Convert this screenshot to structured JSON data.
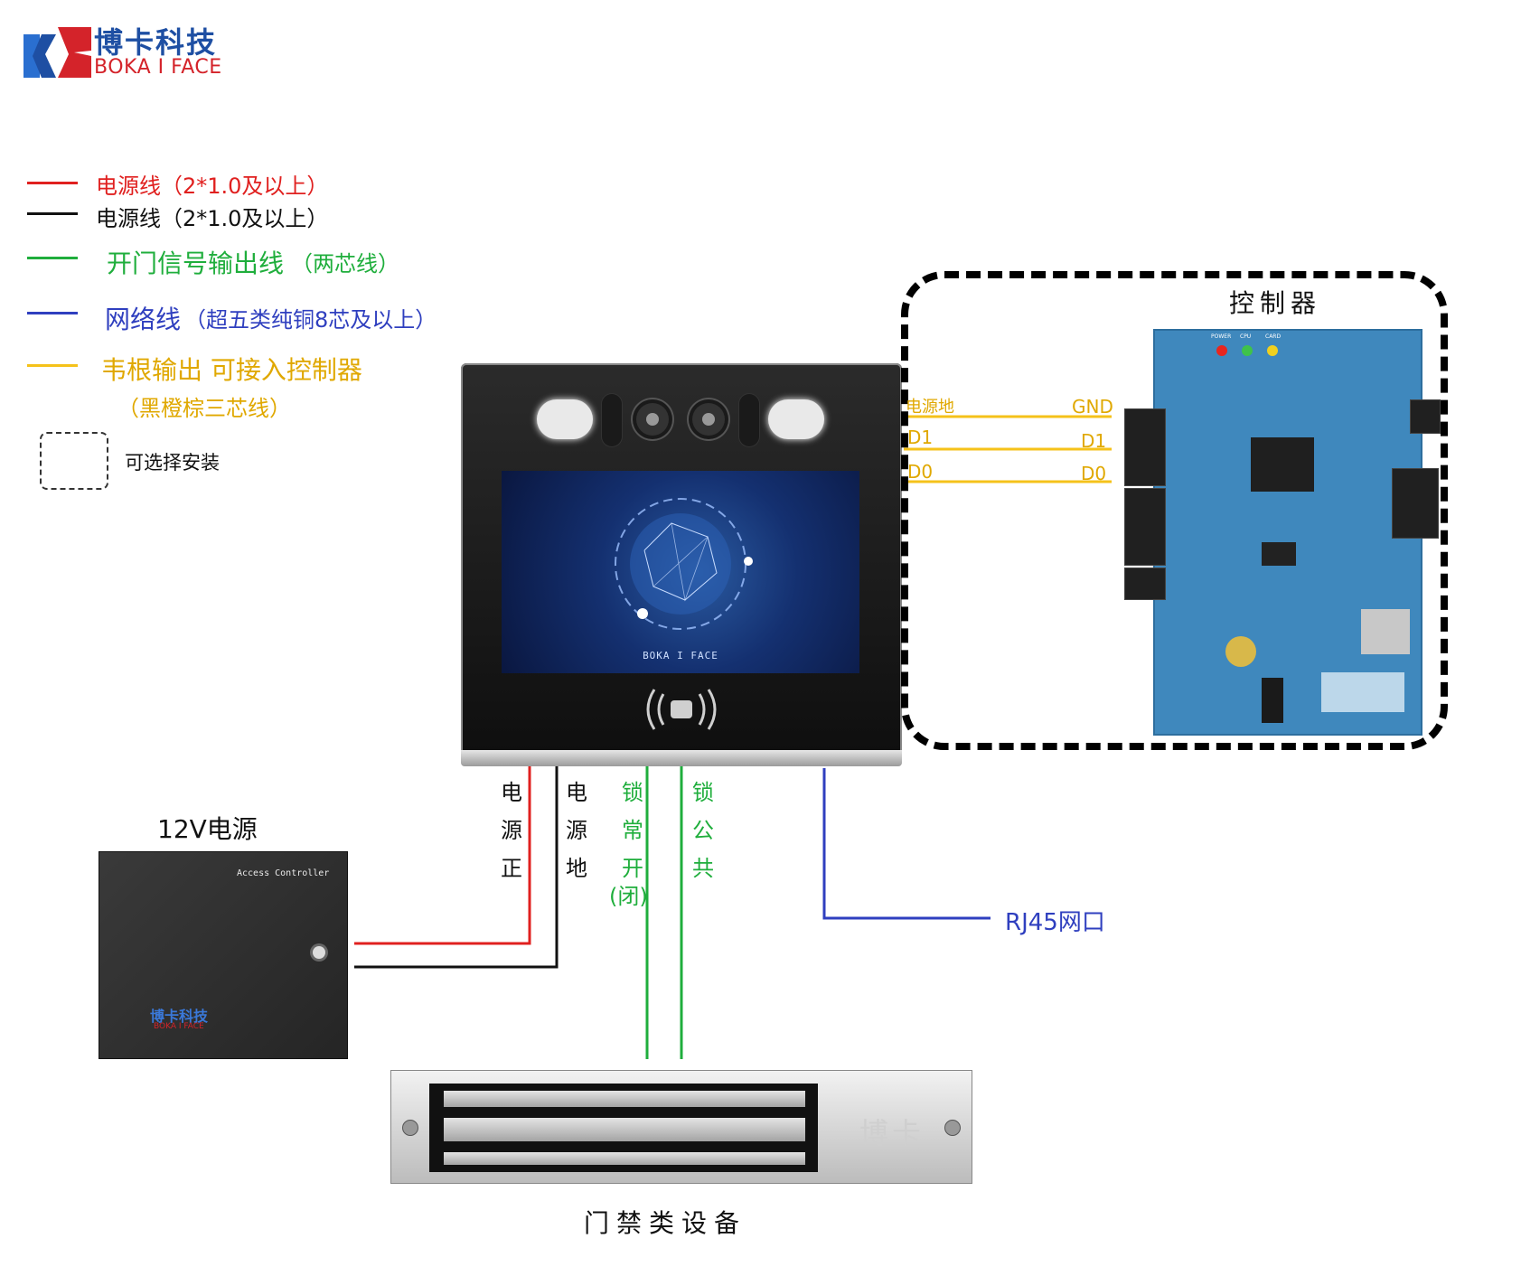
{
  "logo": {
    "name_cn": "博卡科技",
    "name_en": "BOKA I FACE",
    "colors": {
      "blue": "#1e4fa3",
      "red": "#d4232a"
    }
  },
  "legend": {
    "items": [
      {
        "color": "#e0201f",
        "text": "电源线（2*1.0及以上）"
      },
      {
        "color": "#111111",
        "text": "电源线（2*1.0及以上）"
      },
      {
        "color": "#1fae3c",
        "text": "开门信号输出线",
        "note": "（两芯线）"
      },
      {
        "color": "#2f3fbf",
        "text": "网络线",
        "note": "（超五类纯铜8芯及以上）"
      },
      {
        "color": "#f5c21a",
        "text": "韦根输出 可接入控制器",
        "note": "（黑橙棕三芯线）"
      }
    ],
    "optional_install": "可选择安装"
  },
  "terminal": {
    "screen_brand": "BOKA I FACE"
  },
  "controller": {
    "title": "控制器",
    "wiegand": [
      {
        "left": "电源地",
        "right": "GND"
      },
      {
        "left": "D1",
        "right": "D1"
      },
      {
        "left": "D0",
        "right": "D0"
      }
    ],
    "board_leds": [
      "POWER",
      "CPU",
      "CARD"
    ]
  },
  "wires": {
    "power_pos": "电源正",
    "power_gnd": "电源地",
    "lock_no": "锁常开",
    "lock_nc": "(闭)",
    "lock_com": "锁公共",
    "rj45": "RJ45网口"
  },
  "power_supply": {
    "title": "12V电源",
    "label": "Access Controller",
    "logo_cn": "博卡科技",
    "logo_en": "BOKA I FACE"
  },
  "maglock": {
    "caption": "门禁类设备",
    "brand": "博卡"
  }
}
